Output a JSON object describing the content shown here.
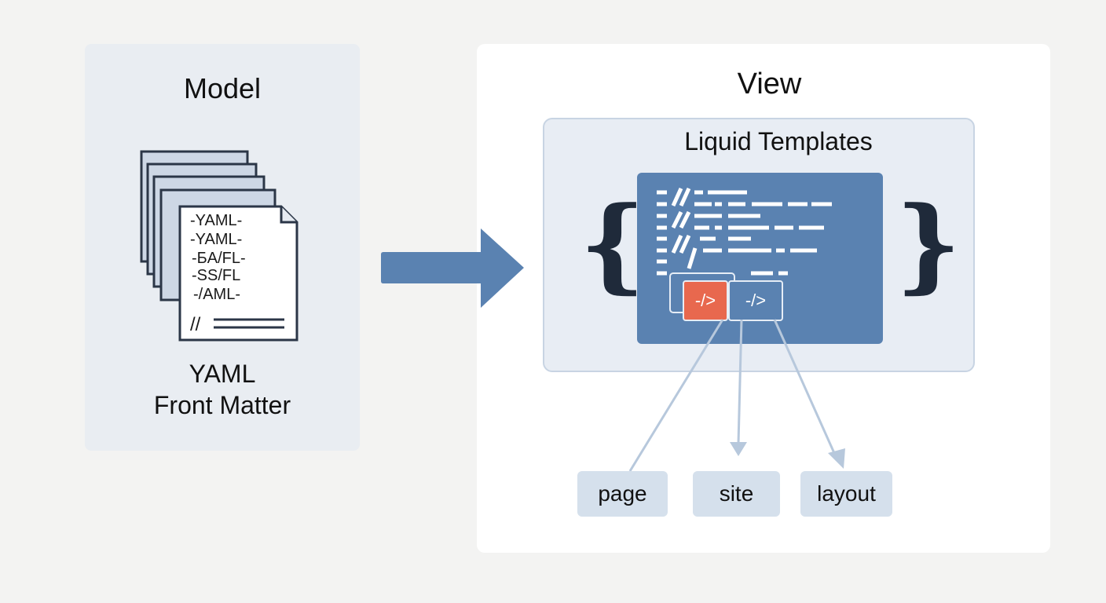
{
  "model": {
    "title": "Model",
    "document_lines": [
      "-YAML-",
      "-YAML-",
      "-БA/FL-",
      "-SS/FL",
      "-/AML-"
    ],
    "document_footer": "//",
    "caption_line1": "YAML",
    "caption_line2": "Front Matter"
  },
  "arrow": {
    "icon": "right-arrow-icon",
    "color": "#5a82b1"
  },
  "view": {
    "title": "View",
    "liquid": {
      "title": "Liquid Templates",
      "open_brace": "{",
      "close_brace": "}",
      "tags": [
        {
          "label": "-/>",
          "color": "#e8684e"
        },
        {
          "label": "-/>",
          "color": "#5a82b1"
        }
      ]
    },
    "variables": [
      {
        "label": "page"
      },
      {
        "label": "site"
      },
      {
        "label": "layout"
      }
    ]
  },
  "colors": {
    "background": "#f3f3f2",
    "model_panel": "#e9edf2",
    "code_panel": "#5a82b1",
    "accent_tag": "#e8684e",
    "connector": "#b7c8dc",
    "chip": "#d5e0ec"
  }
}
